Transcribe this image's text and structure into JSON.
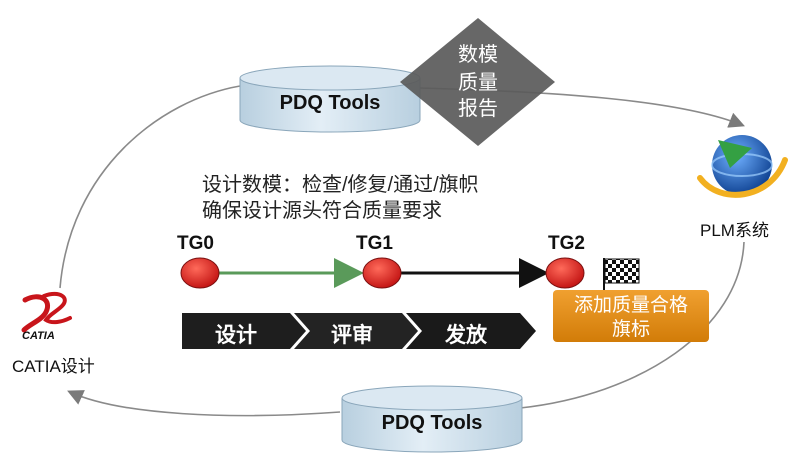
{
  "cylinders": {
    "top_label": "PDQ Tools",
    "bottom_label": "PDQ Tools"
  },
  "report_diamond": {
    "line1": "数模",
    "line2": "质量",
    "line3": "报告"
  },
  "description": {
    "line1": "设计数模：检查/修复/通过/旗帜",
    "line2": "确保设计源头符合质量要求"
  },
  "gates": [
    "TG0",
    "TG1",
    "TG2"
  ],
  "stages": [
    "设计",
    "评审",
    "发放"
  ],
  "flag_box": {
    "line1": "添加质量合格",
    "line2": "旗标"
  },
  "systems": {
    "plm": "PLM系统",
    "catia": "CATIA设计",
    "catia_logo_text": "CATIA"
  },
  "colors": {
    "gate_dot": "#d42020",
    "green_arrow": "#5a9a5a",
    "stage_dark": "#1e1e1e",
    "flag_orange": "#e08a10",
    "diamond": "#555555",
    "cyl_fill": "#c9dce9"
  }
}
